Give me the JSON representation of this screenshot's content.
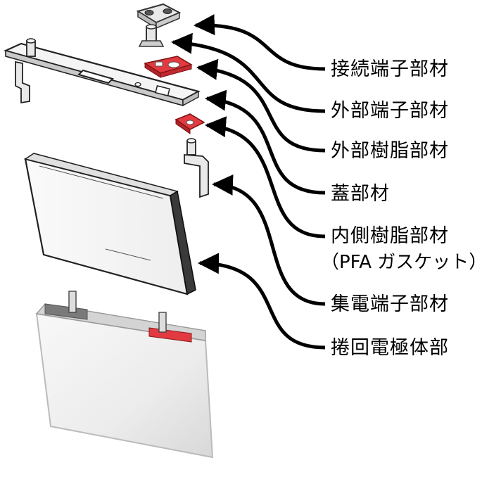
{
  "diagram": {
    "labels": {
      "connection_terminal": "接続端子部材",
      "external_terminal": "外部端子部材",
      "external_resin": "外部樹脂部材",
      "lid": "蓋部材",
      "inner_resin": "内側樹脂部材",
      "inner_resin_note": "（PFA ガスケット）",
      "collector_terminal": "集電端子部材",
      "wound_electrode": "捲回電極体部"
    },
    "colors": {
      "red_part": "#e23a40",
      "line": "#000000",
      "outline": "#333333",
      "fill": "#f2f2f2"
    }
  }
}
